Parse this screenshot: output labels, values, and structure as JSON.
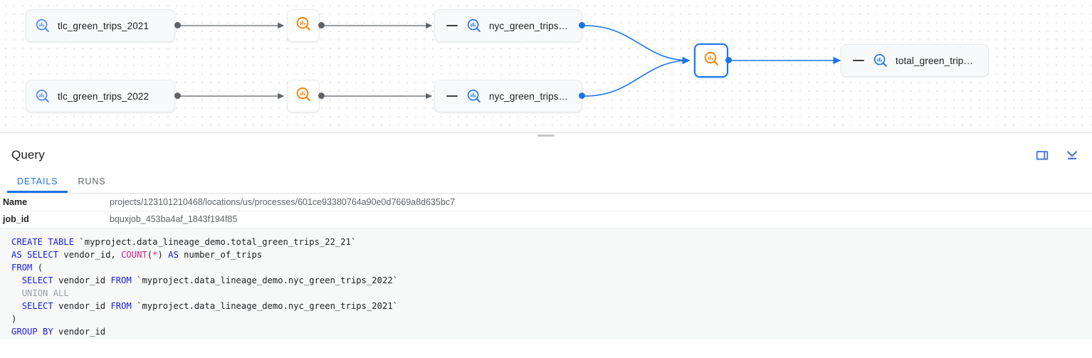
{
  "canvas": {
    "nodes": [
      {
        "id": "tlc_2021",
        "type": "table",
        "label": "tlc_green_trips_2021",
        "icon": "bigquery-table-search-icon",
        "has_minus": false,
        "selected": false
      },
      {
        "id": "tlc_2022",
        "type": "table",
        "label": "tlc_green_trips_2022",
        "icon": "bigquery-table-search-icon",
        "has_minus": false,
        "selected": false
      },
      {
        "id": "proc_top",
        "type": "process",
        "label": "",
        "icon": "process-search-icon",
        "selected": false
      },
      {
        "id": "proc_bottom",
        "type": "process",
        "label": "",
        "icon": "process-search-icon",
        "selected": false
      },
      {
        "id": "nyc_2021",
        "type": "table",
        "label": "nyc_green_trips…",
        "icon": "bigquery-table-search-icon",
        "has_minus": true,
        "selected": false
      },
      {
        "id": "nyc_2022",
        "type": "table",
        "label": "nyc_green_trips…",
        "icon": "bigquery-table-search-icon",
        "has_minus": true,
        "selected": false
      },
      {
        "id": "proc_merge",
        "type": "process",
        "label": "",
        "icon": "process-search-icon",
        "selected": true
      },
      {
        "id": "total_trips",
        "type": "table",
        "label": "total_green_trip…",
        "icon": "bigquery-table-search-icon",
        "has_minus": true,
        "selected": false
      }
    ],
    "colors": {
      "table_icon": "#1a73e8",
      "process_icon": "#f57c00",
      "selected_border": "#1a73e8",
      "edge_grey": "#5f6368",
      "edge_blue": "#1a73e8",
      "grid_dot": "#dcdcdc"
    }
  },
  "panel": {
    "title": "Query",
    "actions": [
      {
        "name": "split-pane-icon",
        "label": "Split pane"
      },
      {
        "name": "collapse-panel-icon",
        "label": "Collapse"
      }
    ],
    "tabs": [
      {
        "label": "DETAILS",
        "active": true
      },
      {
        "label": "RUNS",
        "active": false
      }
    ],
    "details": [
      {
        "key": "Name",
        "value": "projects/123101210468/locations/us/processes/601ce93380764a90e0d7669a8d635bc7"
      },
      {
        "key": "job_id",
        "value": "bquxjob_453ba4af_1843f194f85"
      }
    ]
  },
  "sql": {
    "lines": [
      [
        {
          "t": "CREATE TABLE ",
          "c": "kw"
        },
        {
          "t": "`myproject.data_lineage_demo.total_green_trips_22_21`",
          "c": "plain"
        }
      ],
      [
        {
          "t": "AS SELECT ",
          "c": "kw"
        },
        {
          "t": "vendor_id, ",
          "c": "plain"
        },
        {
          "t": "COUNT",
          "c": "kw2"
        },
        {
          "t": "(",
          "c": "plain"
        },
        {
          "t": "*",
          "c": "kw2"
        },
        {
          "t": ") ",
          "c": "plain"
        },
        {
          "t": "AS ",
          "c": "kw"
        },
        {
          "t": "number_of_trips",
          "c": "plain"
        }
      ],
      [
        {
          "t": "FROM ",
          "c": "kw"
        },
        {
          "t": "(",
          "c": "plain"
        }
      ],
      [
        {
          "t": "  ",
          "c": "plain"
        },
        {
          "t": "SELECT ",
          "c": "kw"
        },
        {
          "t": "vendor_id ",
          "c": "plain"
        },
        {
          "t": "FROM ",
          "c": "kw"
        },
        {
          "t": "`myproject.data_lineage_demo.nyc_green_trips_2022`",
          "c": "plain"
        }
      ],
      [
        {
          "t": "  ",
          "c": "plain"
        },
        {
          "t": "UNION ALL",
          "c": "mute"
        }
      ],
      [
        {
          "t": "  ",
          "c": "plain"
        },
        {
          "t": "SELECT ",
          "c": "kw"
        },
        {
          "t": "vendor_id ",
          "c": "plain"
        },
        {
          "t": "FROM ",
          "c": "kw"
        },
        {
          "t": "`myproject.data_lineage_demo.nyc_green_trips_2021`",
          "c": "plain"
        }
      ],
      [
        {
          "t": ")",
          "c": "plain"
        }
      ],
      [
        {
          "t": "GROUP BY ",
          "c": "kw"
        },
        {
          "t": "vendor_id",
          "c": "plain"
        }
      ]
    ]
  }
}
